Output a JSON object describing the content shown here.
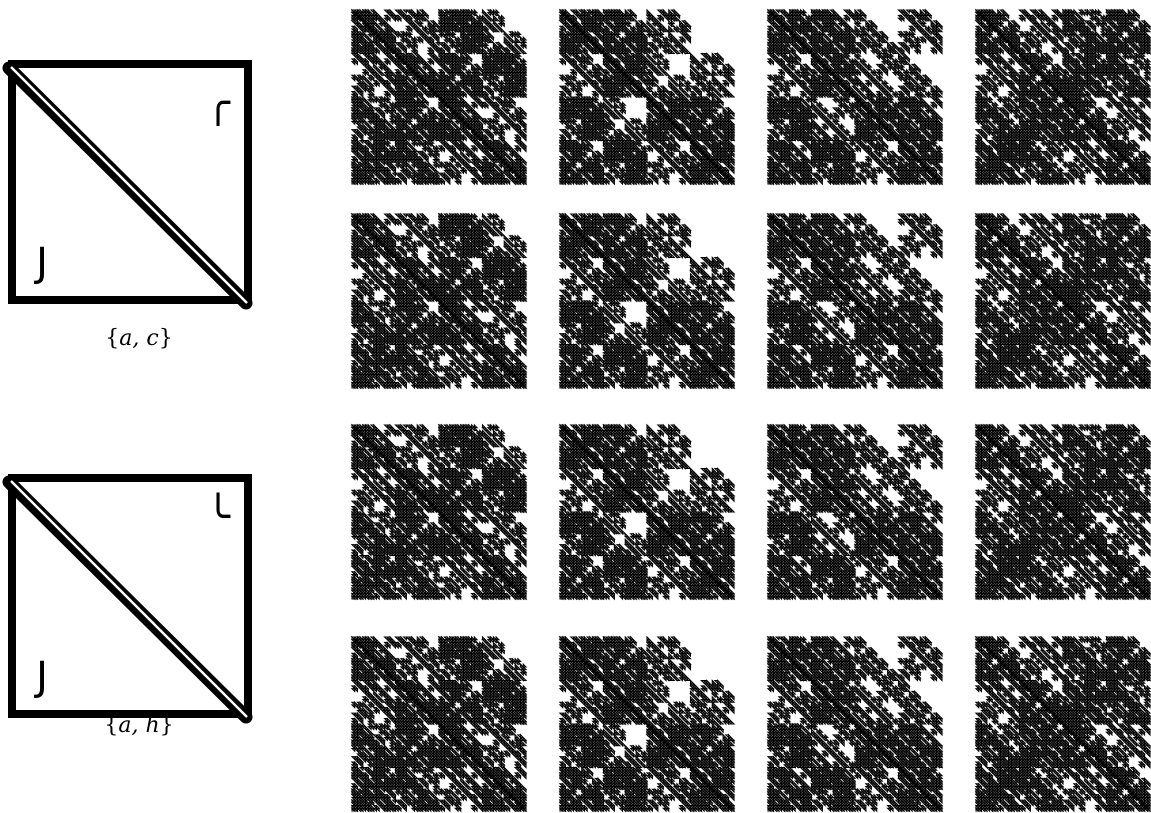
{
  "figure": {
    "diagrams": [
      {
        "id": "ac",
        "caption": {
          "open": "{",
          "text": "a, c",
          "close": "}"
        },
        "upper_symbol": "╭",
        "lower_symbol": "J"
      },
      {
        "id": "ah",
        "caption": {
          "open": "{",
          "text": "a, h",
          "close": "}"
        },
        "upper_symbol": "╰",
        "lower_symbol": "J"
      }
    ],
    "fractal_rows": 4,
    "fractal_cols": 4,
    "fractal_depth": 6,
    "colors": {
      "ink": "#000000",
      "background": "#ffffff"
    }
  }
}
